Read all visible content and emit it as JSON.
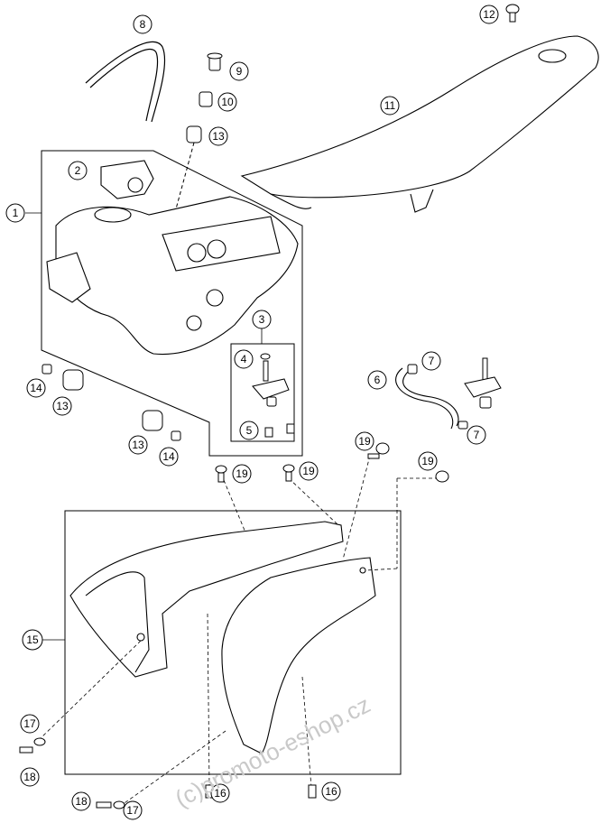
{
  "diagram": {
    "callouts": [
      "1",
      "2",
      "3",
      "4",
      "5",
      "6",
      "7",
      "7",
      "8",
      "9",
      "10",
      "11",
      "12",
      "13",
      "13",
      "13",
      "14",
      "14",
      "15",
      "16",
      "16",
      "17",
      "17",
      "18",
      "18",
      "19",
      "19",
      "19",
      "19"
    ]
  },
  "watermark": "(c)promoto-eshop.cz",
  "colors": {
    "line": "#000000",
    "background": "#ffffff",
    "watermark": "#c9c9c9"
  }
}
